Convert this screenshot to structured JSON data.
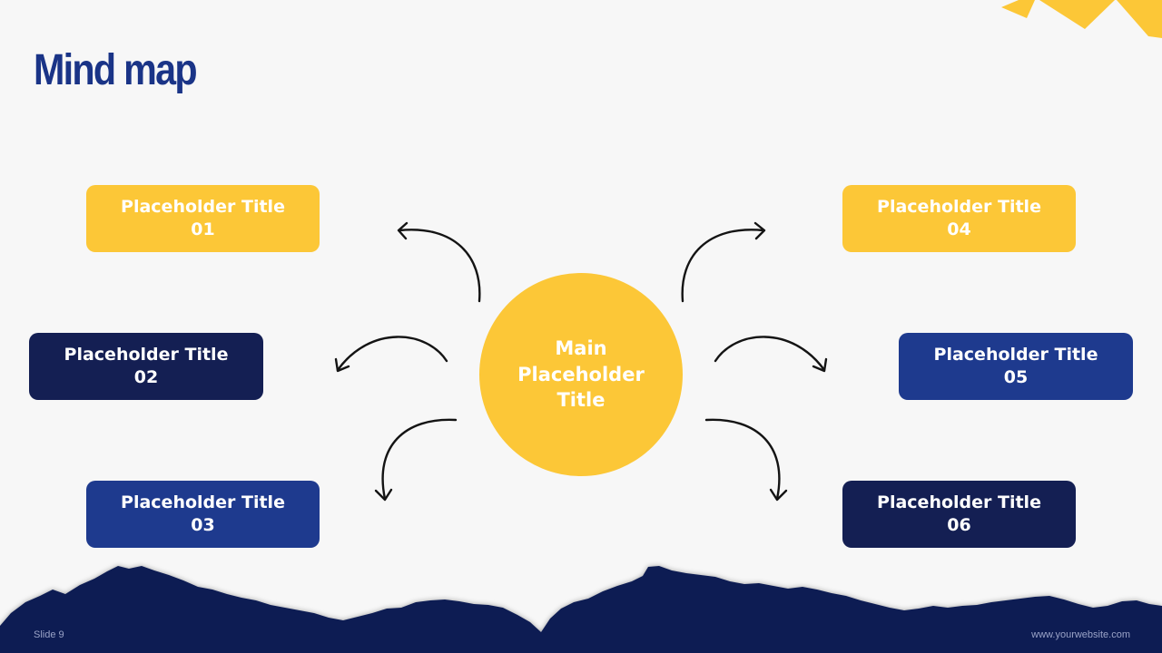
{
  "slide": {
    "title": "Mind map",
    "slide_number": "Slide 9",
    "website": "www.yourwebsite.com"
  },
  "colors": {
    "yellow": "#fcc737",
    "navy": "#141f53",
    "blue": "#1e3a8e",
    "title": "#1a3487",
    "background": "#f7f7f7"
  },
  "center": {
    "lines": [
      "Main",
      "Placeholder",
      "Title"
    ]
  },
  "nodes": [
    {
      "id": "01",
      "line1": "Placeholder Title",
      "line2": "01",
      "color": "#fcc737"
    },
    {
      "id": "02",
      "line1": "Placeholder Title",
      "line2": "02",
      "color": "#141f53"
    },
    {
      "id": "03",
      "line1": "Placeholder Title",
      "line2": "03",
      "color": "#1e3a8e"
    },
    {
      "id": "04",
      "line1": "Placeholder Title",
      "line2": "04",
      "color": "#fcc737"
    },
    {
      "id": "05",
      "line1": "Placeholder Title",
      "line2": "05",
      "color": "#1e3a8e"
    },
    {
      "id": "06",
      "line1": "Placeholder Title",
      "line2": "06",
      "color": "#141f53"
    }
  ]
}
